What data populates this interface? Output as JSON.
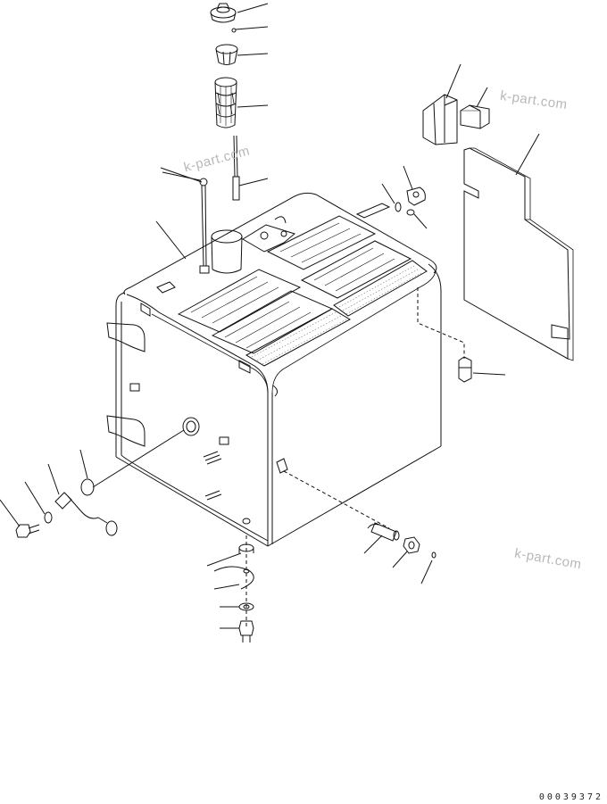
{
  "watermarks": [
    "k-part.com",
    "k-part.com",
    "k-part.com"
  ],
  "drawing_number": "00039372",
  "colors": {
    "line": "#111111",
    "watermark": "#b8b8b8",
    "background": "#ffffff"
  }
}
